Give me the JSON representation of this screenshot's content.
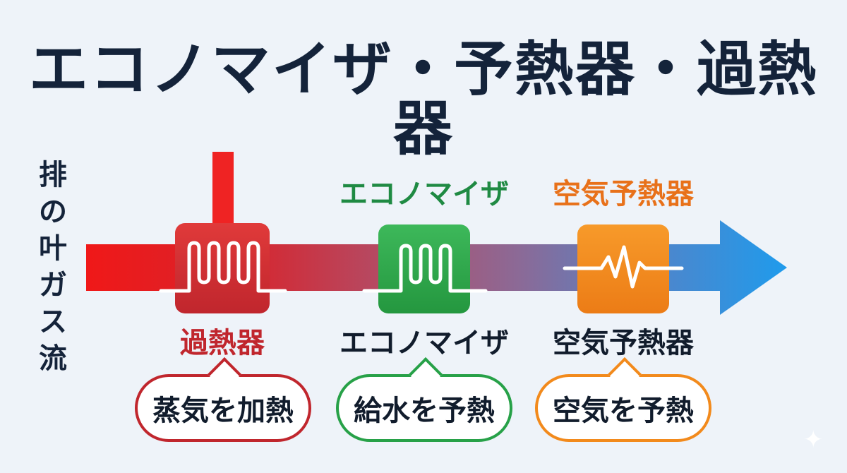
{
  "title": "エコノマイザ・予熱器・過熱器",
  "side_label": [
    "排",
    "の",
    "叶",
    "ガ",
    "ス",
    "流"
  ],
  "components": [
    {
      "top_label": "",
      "label": "過熱器",
      "bubble": "蒸気を加熱",
      "color": "#cf2e33",
      "label_color": "#c0262d"
    },
    {
      "top_label": "エコノマイザ",
      "label": "エコノマイザ",
      "bubble": "給水を予熱",
      "color": "#27a148",
      "label_color": "#1f8a43"
    },
    {
      "top_label": "空気予熱器",
      "label": "空気予熱器",
      "bubble": "空気を予熱",
      "color": "#f28a1c",
      "label_color": "#e8711a"
    }
  ],
  "colors": {
    "flow_start": "#f01818",
    "flow_end": "#1f9bec",
    "title": "#14233a",
    "background": "#eef3f9"
  },
  "icons": [
    "sparkle-icon"
  ]
}
